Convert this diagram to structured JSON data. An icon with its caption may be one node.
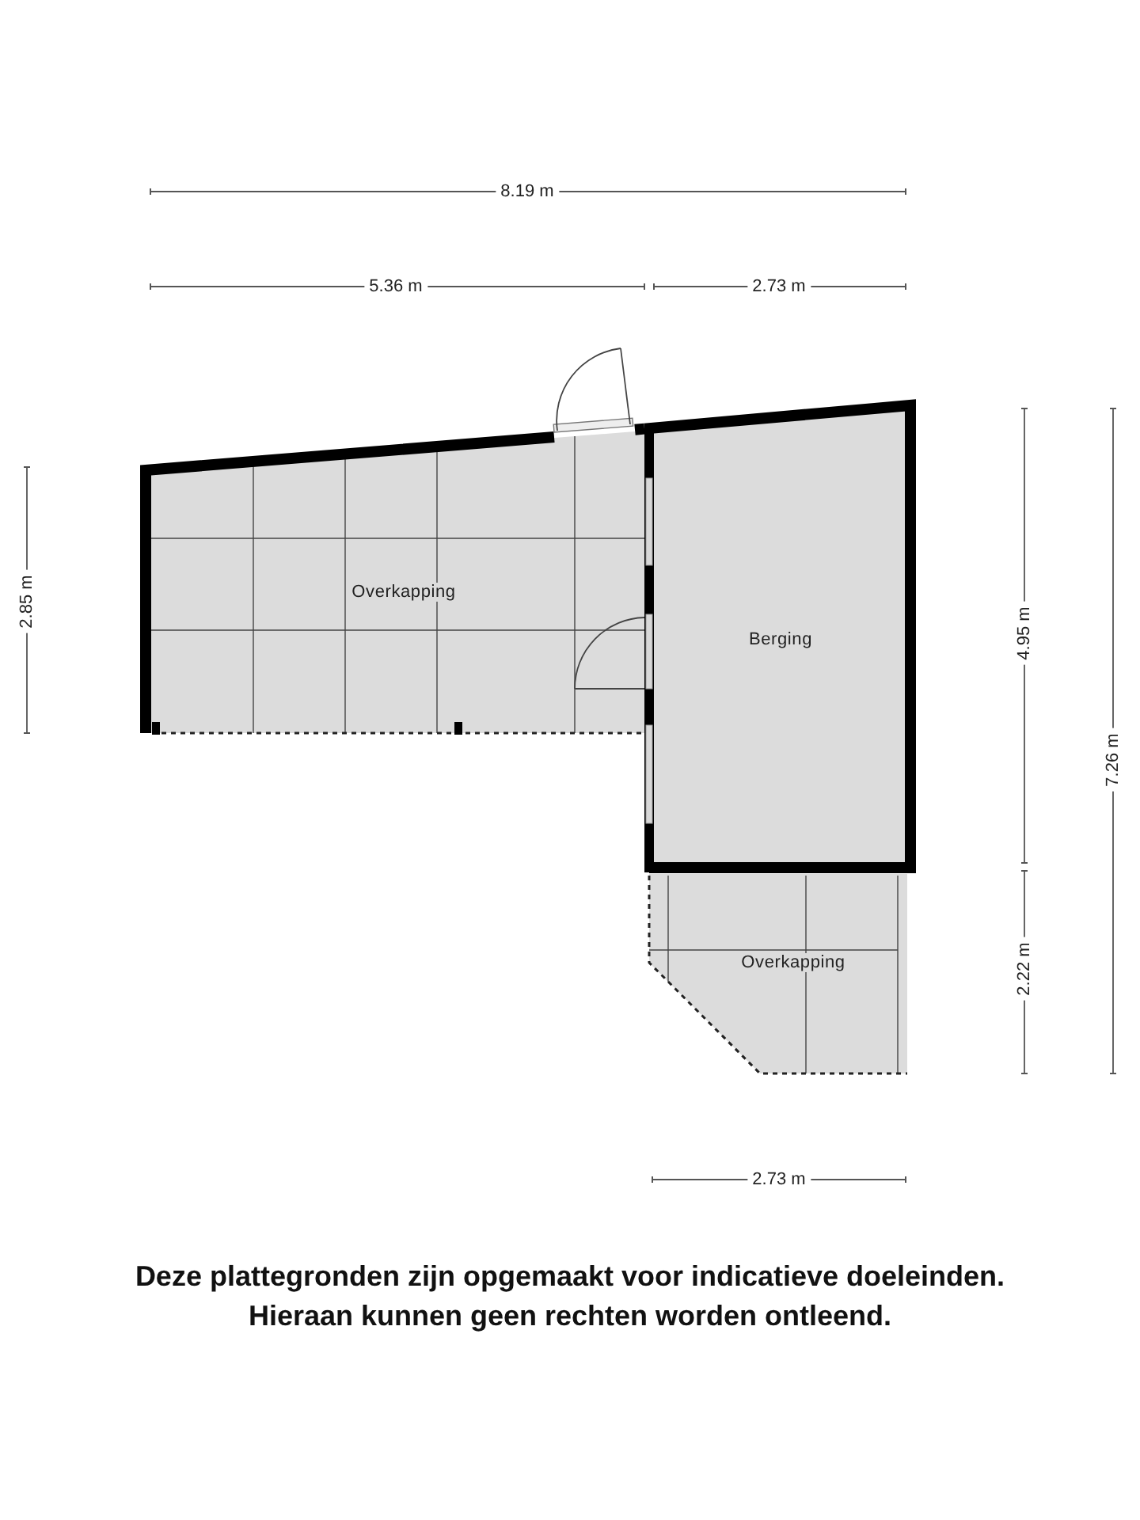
{
  "diagram": {
    "caption": "Deze plattegronden zijn opgemaakt voor indicatieve doeleinden. Hieraan kunnen geen rechten worden ontleend.",
    "nodes": [
      {
        "text": [
          "Overkapping"
        ]
      },
      {
        "text": [
          "Berging"
        ]
      },
      {
        "text": [
          "Overkapping"
        ]
      }
    ],
    "labels": [
      "8.19 m",
      "5.36 m",
      "2.73 m",
      "2.85 m",
      "4.95 m",
      "7.26 m",
      "2.22 m",
      "2.73 m"
    ]
  }
}
